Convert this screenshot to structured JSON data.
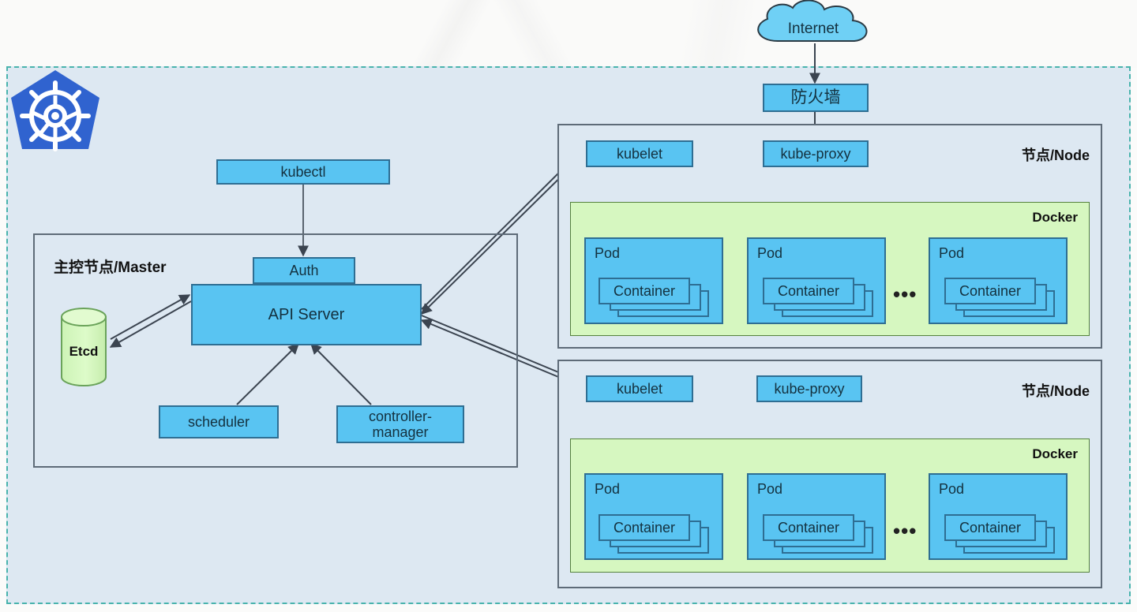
{
  "diagram": {
    "title": "Kubernetes Architecture",
    "colors": {
      "cluster_fill": "#dde8f2",
      "cluster_border": "#49b3ad",
      "component_fill": "#59c4f2",
      "component_border": "#2e6e93",
      "docker_fill": "#d6f7c0",
      "docker_border": "#55823d",
      "etcd_fill": "#d6f7c0",
      "node_border": "#5e6b78",
      "logo_blue": "#3063cf",
      "arrow": "#3b4450"
    }
  },
  "logo": {
    "name": "kubernetes-logo",
    "alt": "Kubernetes helm wheel"
  },
  "external": {
    "internet": "Internet",
    "firewall": "防火墙"
  },
  "client": {
    "kubectl": "kubectl"
  },
  "master": {
    "label": "主控节点/Master",
    "auth": "Auth",
    "api_server": "API Server",
    "etcd": "Etcd",
    "scheduler": "scheduler",
    "controller_manager": "controller-\nmanager",
    "controller_manager_line1": "controller-",
    "controller_manager_line2": "manager"
  },
  "nodes": [
    {
      "label": "节点/Node",
      "kubelet": "kubelet",
      "kube_proxy": "kube-proxy",
      "docker": "Docker",
      "ellipsis": "…",
      "pods": [
        {
          "label": "Pod",
          "container": "Container"
        },
        {
          "label": "Pod",
          "container": "Container"
        },
        {
          "label": "Pod",
          "container": "Container"
        }
      ]
    },
    {
      "label": "节点/Node",
      "kubelet": "kubelet",
      "kube_proxy": "kube-proxy",
      "docker": "Docker",
      "ellipsis": "…",
      "pods": [
        {
          "label": "Pod",
          "container": "Container"
        },
        {
          "label": "Pod",
          "container": "Container"
        },
        {
          "label": "Pod",
          "container": "Container"
        }
      ]
    }
  ]
}
